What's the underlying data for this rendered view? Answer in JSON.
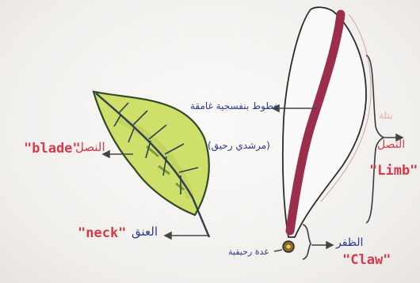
{
  "labels": {
    "blade_en": "\"blade\"",
    "blade_ar": "النصل",
    "neck_en": "\"neck\"",
    "neck_ar": "العنق",
    "limb_en": "\"Limb\"",
    "limb_ar": "النصل",
    "limb_pink": "بتلة",
    "claw_en": "\"Claw\"",
    "claw_ar": "الظفر",
    "veins_ar": "خطوط بنفسجية غامقة",
    "veins_note_ar": "(مرشدي رحيق)",
    "gland_ar": "غدة رحيقية"
  },
  "colors": {
    "leaf_fill": "#cfe06a",
    "petal_stripe": "#9a2e4c",
    "red_text": "#d63a4a",
    "blue_text": "#2a3a8c"
  }
}
